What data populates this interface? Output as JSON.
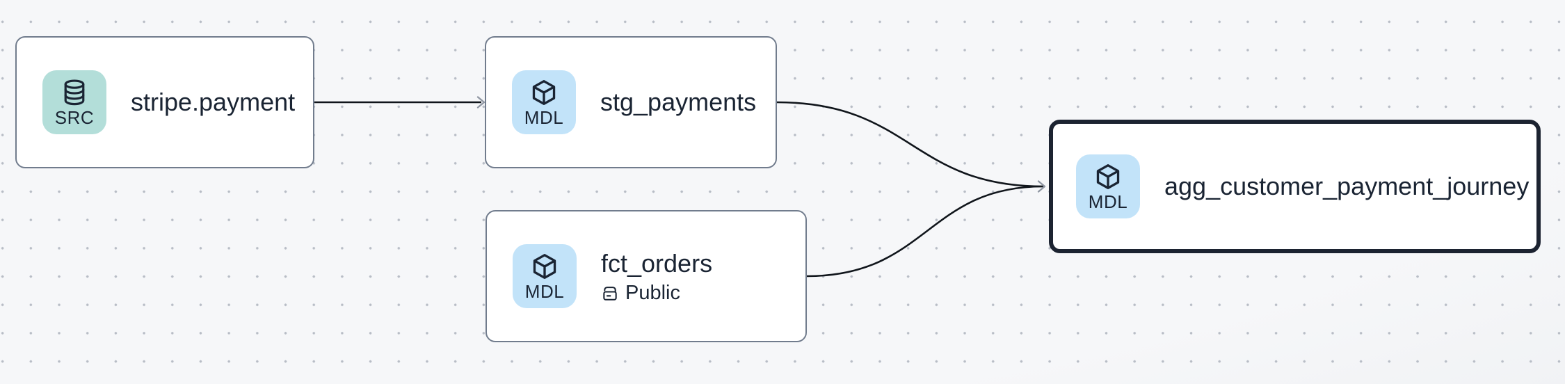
{
  "canvas": {
    "background_color": "#f4f5f7",
    "dot_color": "#b8bdc6",
    "edge_color": "#10151b",
    "arrowhead_color": "#9097a3",
    "node_border_color": "#717c8d",
    "selected_border_color": "#1c2331",
    "text_color": "#1a2433"
  },
  "nodes": [
    {
      "id": "stripe.payment",
      "label": "stripe.payment",
      "badge": {
        "label": "SRC",
        "icon": "database-icon",
        "color": "#b3ded9"
      },
      "selected": false
    },
    {
      "id": "stg_payments",
      "label": "stg_payments",
      "badge": {
        "label": "MDL",
        "icon": "cube-icon",
        "color": "#c2e3f9"
      },
      "selected": false
    },
    {
      "id": "fct_orders",
      "label": "fct_orders",
      "badge": {
        "label": "MDL",
        "icon": "cube-icon",
        "color": "#c2e3f9"
      },
      "access": "Public",
      "access_icon": "lock-open-icon",
      "selected": false
    },
    {
      "id": "agg_customer_payment_journey",
      "label": "agg_customer_payment_journey",
      "badge": {
        "label": "MDL",
        "icon": "cube-icon",
        "color": "#c2e3f9"
      },
      "selected": true
    }
  ],
  "edges": [
    {
      "source": "stripe.payment",
      "target": "stg_payments"
    },
    {
      "source": "stg_payments",
      "target": "agg_customer_payment_journey"
    },
    {
      "source": "fct_orders",
      "target": "agg_customer_payment_journey"
    }
  ]
}
